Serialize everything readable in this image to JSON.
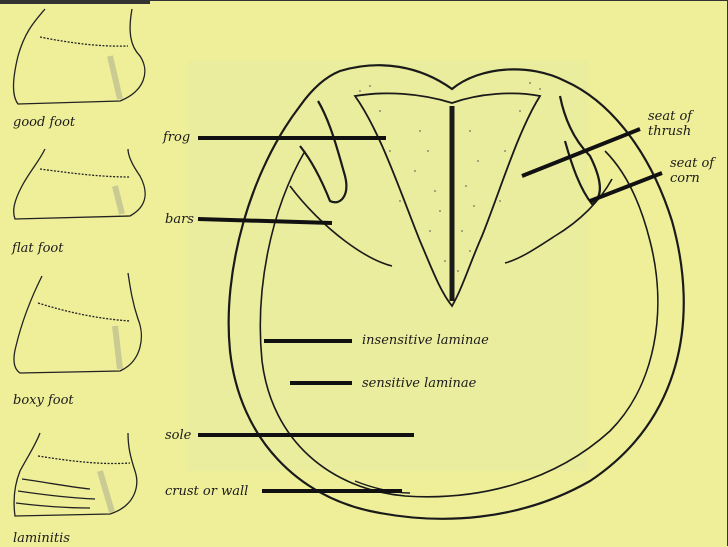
{
  "foot_labels": [
    "good foot",
    "flat foot",
    "boxy foot",
    "laminitis"
  ],
  "part_labels": {
    "frog": "frog",
    "bars": "bars",
    "insensitive": "insensitive laminae",
    "sensitive": "sensitive laminae",
    "sole": "sole",
    "crust": "crust or wall",
    "thrush": "seat of\nthrush",
    "corn": "seat of\ncorn"
  },
  "colors": {
    "background": "#efef9a",
    "ink": "#1a1a1a",
    "panel": "#e8eb9c"
  }
}
